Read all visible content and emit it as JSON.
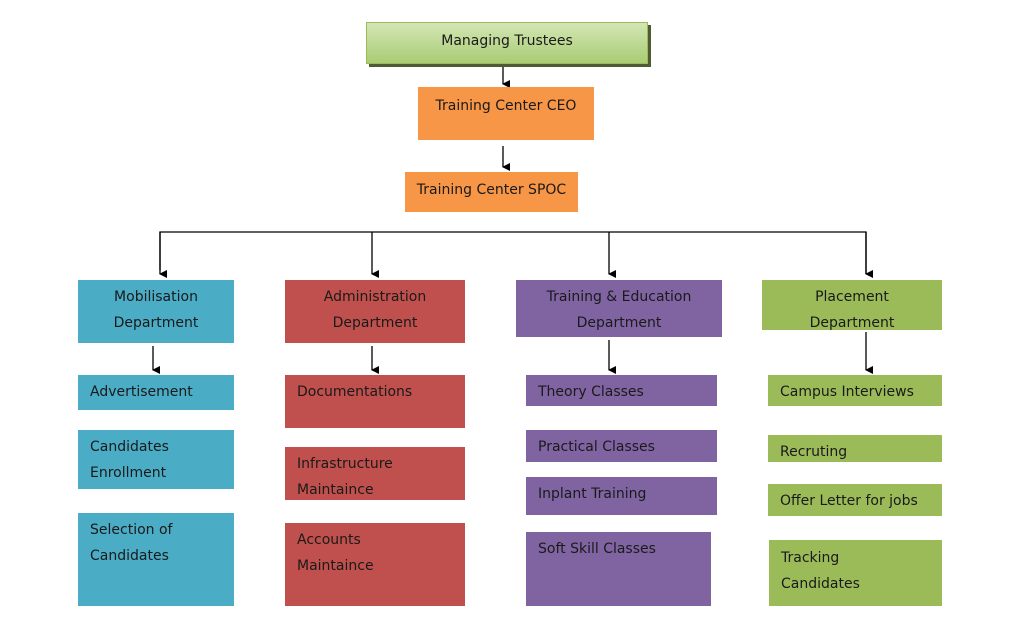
{
  "chart": {
    "root": "Managing Trustees",
    "ceo": "Training Center CEO",
    "spoc": "Training Center SPOC",
    "departments": [
      {
        "name_line1": "Mobilisation",
        "name_line2": "Department",
        "color": "#4bacc6",
        "items": [
          [
            "Advertisement",
            ""
          ],
          [
            "Candidates",
            "Enrollment"
          ],
          [
            "Selection of",
            "Candidates"
          ]
        ]
      },
      {
        "name_line1": "Administration",
        "name_line2": "Department",
        "color": "#c0504d",
        "items": [
          [
            "Documentations",
            ""
          ],
          [
            "Infrastructure",
            "Maintaince"
          ],
          [
            "Accounts",
            "Maintaince"
          ]
        ]
      },
      {
        "name_line1": "Training & Education",
        "name_line2": "Department",
        "color": "#8064a2",
        "items": [
          [
            "Theory Classes",
            ""
          ],
          [
            "Practical Classes",
            ""
          ],
          [
            "Inplant Training",
            ""
          ],
          [
            "Soft Skill Classes",
            ""
          ]
        ]
      },
      {
        "name_line1": "Placement",
        "name_line2": "Department",
        "color": "#9bbb59",
        "items": [
          [
            "Campus Interviews",
            ""
          ],
          [
            "Recruting",
            ""
          ],
          [
            "Offer Letter for jobs",
            ""
          ],
          [
            "Tracking",
            "Candidates"
          ]
        ]
      }
    ]
  }
}
